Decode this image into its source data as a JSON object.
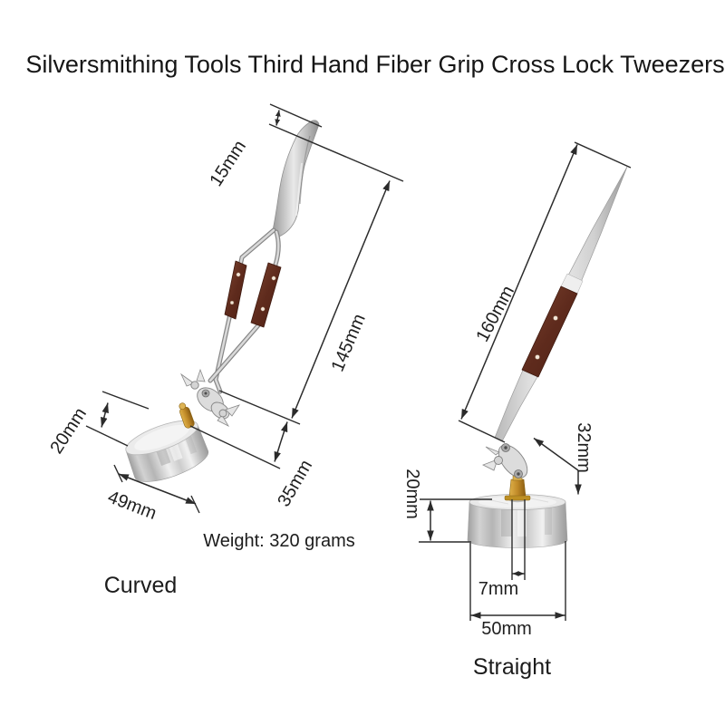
{
  "title": "Silversmithing Tools Third Hand Fiber Grip Cross Lock Tweezers",
  "figures": {
    "curved": {
      "caption": "Curved",
      "weight_note": "Weight: 320 grams",
      "dims": {
        "tip_length": "15mm",
        "tweezer_length": "145mm",
        "clamp_height": "35mm",
        "base_height": "20mm",
        "base_diameter": "49mm"
      }
    },
    "straight": {
      "caption": "Straight",
      "dims": {
        "tweezer_length": "160mm",
        "clamp_height": "32mm",
        "base_height": "20mm",
        "pin_width": "7mm",
        "base_diameter": "50mm"
      }
    }
  },
  "colors": {
    "background": "#ffffff",
    "dimension_lines": "#2b2b2b",
    "text": "#1c1c1c",
    "metal": "#d8d8d8",
    "wood_grip": "#6e3322",
    "brass": "#c08a28"
  }
}
